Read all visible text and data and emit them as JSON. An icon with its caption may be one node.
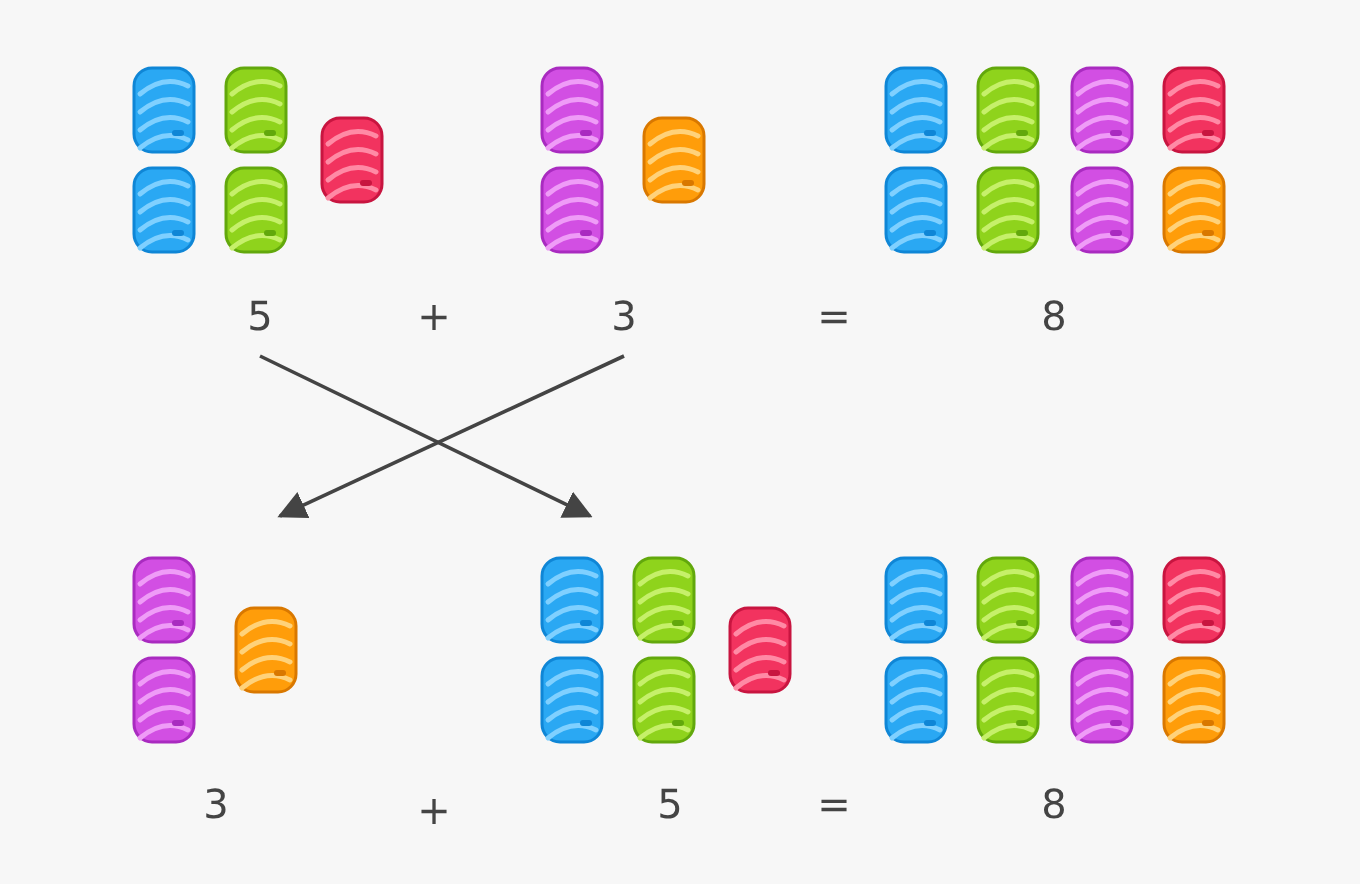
{
  "diagram": {
    "nodes": [
      {
        "text": [
          "5"
        ]
      },
      {
        "text": [
          "3"
        ]
      },
      {
        "text": [
          "3"
        ]
      },
      {
        "text": [
          "5"
        ]
      }
    ],
    "edges": [
      {
        "from": 0,
        "to": 3,
        "arrow": "to"
      },
      {
        "from": 1,
        "to": 2,
        "arrow": "to"
      }
    ],
    "labels": [
      "+",
      "=",
      "8",
      "+",
      "=",
      "8"
    ]
  }
}
